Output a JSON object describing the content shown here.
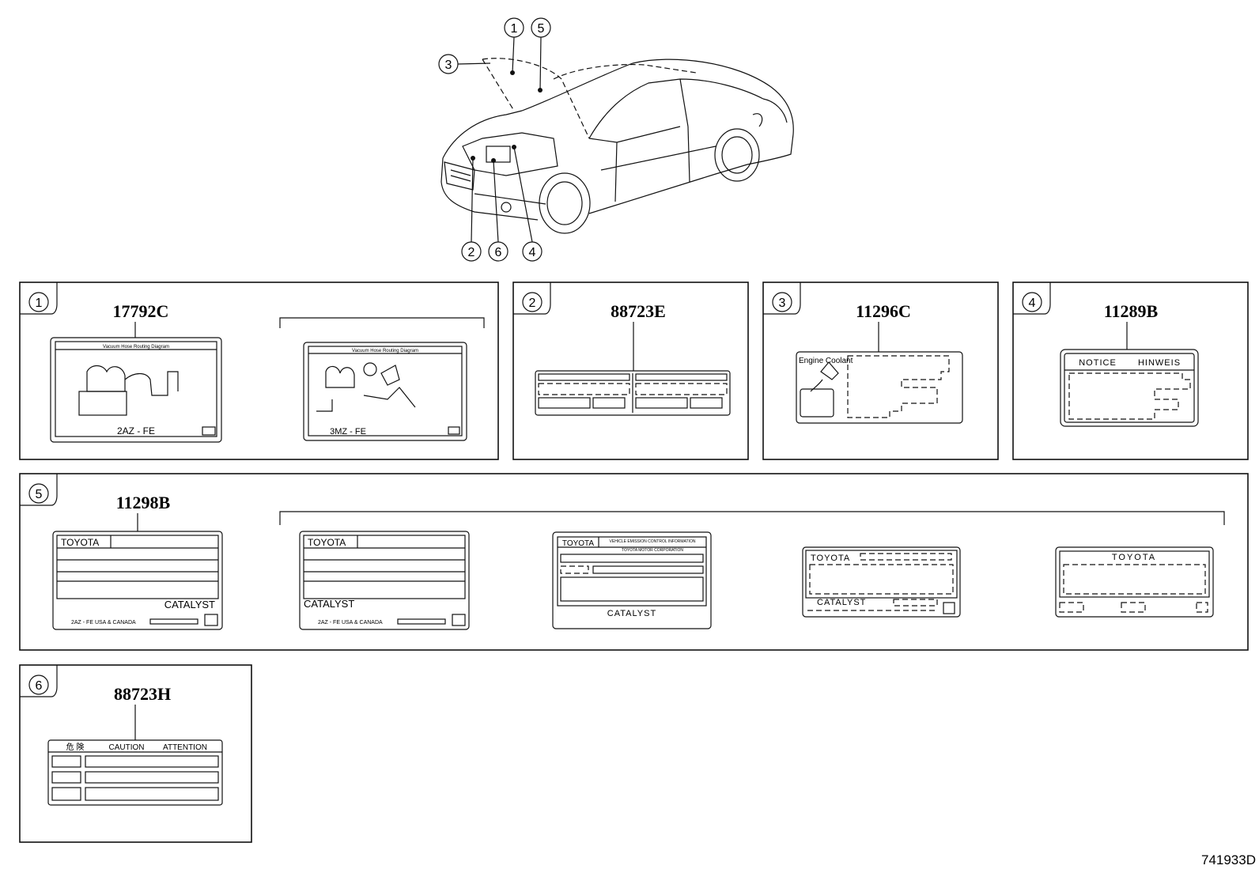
{
  "diagram_id": "741933D",
  "callouts": [
    "1",
    "2",
    "3",
    "4",
    "5",
    "6"
  ],
  "panels": [
    {
      "num": "1",
      "part_no": "17792C",
      "labels": [
        {
          "title": "Vacuum Hose Routing Diagram",
          "engine": "2AZ - FE"
        },
        {
          "title": "Vacuum Hose Routing Diagram",
          "engine": "3MZ - FE"
        }
      ]
    },
    {
      "num": "2",
      "part_no": "88723E"
    },
    {
      "num": "3",
      "part_no": "11296C",
      "text": "Engine Coolant"
    },
    {
      "num": "4",
      "part_no": "11289B",
      "col1": "NOTICE",
      "col2": "HINWEIS"
    },
    {
      "num": "5",
      "part_no": "11298B",
      "labels": [
        {
          "brand": "TOYOTA",
          "catalyst": "CATALYST",
          "footer": "2AZ - FE   USA & CANADA"
        },
        {
          "brand": "TOYOTA",
          "catalyst": "CATALYST",
          "footer": "2AZ - FE   USA & CANADA"
        },
        {
          "brand": "TOYOTA",
          "catalyst": "CATALYST",
          "line1": "VEHICLE EMISSION CONTROL INFORMATION",
          "line2": "TOYOTA MOTOR CORPORATION"
        },
        {
          "brand": "TOYOTA",
          "catalyst": "CATALYST"
        },
        {
          "brand": "TOYOTA"
        }
      ]
    },
    {
      "num": "6",
      "part_no": "88723H",
      "h1": "危 険",
      "h2": "CAUTION",
      "h3": "ATTENTION"
    }
  ]
}
